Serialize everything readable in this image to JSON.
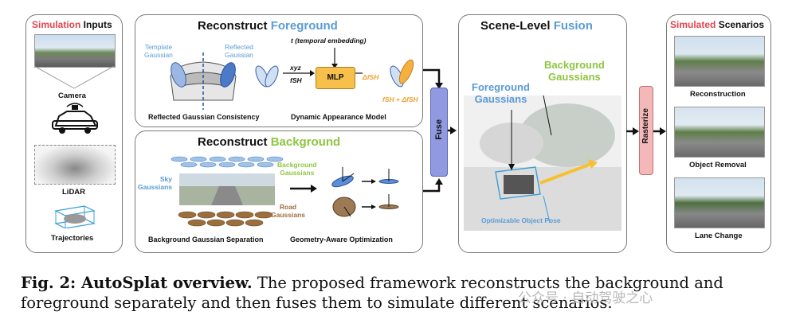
{
  "inputs": {
    "title_highlight": "Simulation",
    "title_rest": " Inputs",
    "camera": "Camera",
    "lidar": "LiDAR",
    "trajectories": "Trajectories"
  },
  "foreground": {
    "title_prefix": "Reconstruct ",
    "title_highlight": "Foreground",
    "template_gaussian": "Template\nGaussian",
    "reflected_gaussian": "Reflected\nGaussian",
    "temporal": "t (temporal embedding)",
    "xyz": "xyz",
    "fsh": "fSH",
    "mlp": "MLP",
    "delta_fsh": "ΔfSH",
    "sum": "fSH + ΔfSH",
    "consistency": "Reflected Gaussian Consistency",
    "appearance": "Dynamic Appearance Model"
  },
  "background": {
    "title_prefix": "Reconstruct ",
    "title_highlight": "Background",
    "sky": "Sky\nGaussians",
    "bg": "Background\nGaussians",
    "road": "Road\nGaussians",
    "separation": "Background Gaussian Separation",
    "optimization": "Geometry-Aware Optimization"
  },
  "fuse": "Fuse",
  "fusion": {
    "title_prefix": "Scene-Level ",
    "title_highlight": "Fusion",
    "fg": "Foreground\nGaussians",
    "bg": "Background\nGaussians",
    "pose": "Optimizable Object Pose"
  },
  "rasterize": "Rasterize",
  "scenarios": {
    "title_highlight": "Simulated",
    "title_rest": " Scenarios",
    "items": [
      "Reconstruction",
      "Object Removal",
      "Lane Change"
    ]
  },
  "caption": {
    "label": "Fig. 2: AutoSplat overview.",
    "text": " The proposed framework reconstructs the background and foreground separately and then fuses them to simulate different scenarios."
  },
  "watermark": "公众号 · 自动驾驶之心",
  "colors": {
    "red": "#e0454f",
    "blue": "#5b9bd5",
    "green": "#8cc63f",
    "orange": "#f0a030",
    "fuse": "#8f9ae0",
    "rasterize": "#f4b8b8"
  }
}
